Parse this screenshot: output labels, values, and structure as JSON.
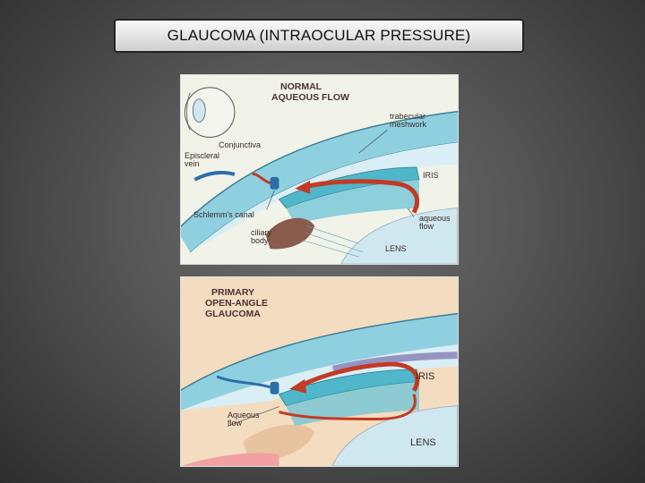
{
  "title": "GLAUCOMA (INTRAOCULAR PRESSURE)",
  "panel_normal": {
    "heading_line1": "NORMAL",
    "heading_line2": "AQUEOUS FLOW",
    "trabecular": "trabecular\nmeshwork",
    "conjunctiva": "Conjunctiva",
    "episcleral": "Episcleral\nvein",
    "iris": "IRIS",
    "schlemm": "Schlemm's canal",
    "ciliary": "ciliary\nbody",
    "aqueous": "aqueous\nflow",
    "lens": "LENS"
  },
  "panel_glaucoma": {
    "heading_line1": "PRIMARY",
    "heading_line2": "OPEN-ANGLE",
    "heading_line3": "GLAUCOMA",
    "iris": "IRIS",
    "aqueous": "Aqueous\nflow",
    "lens": "LENS"
  },
  "colors": {
    "cornea_blue": "#7fc6d8",
    "iris_teal": "#4fb7c9",
    "arrow_red": "#c33a24",
    "ciliary_brown": "#8a5a4a",
    "lens_blue": "#cfe8f0"
  }
}
